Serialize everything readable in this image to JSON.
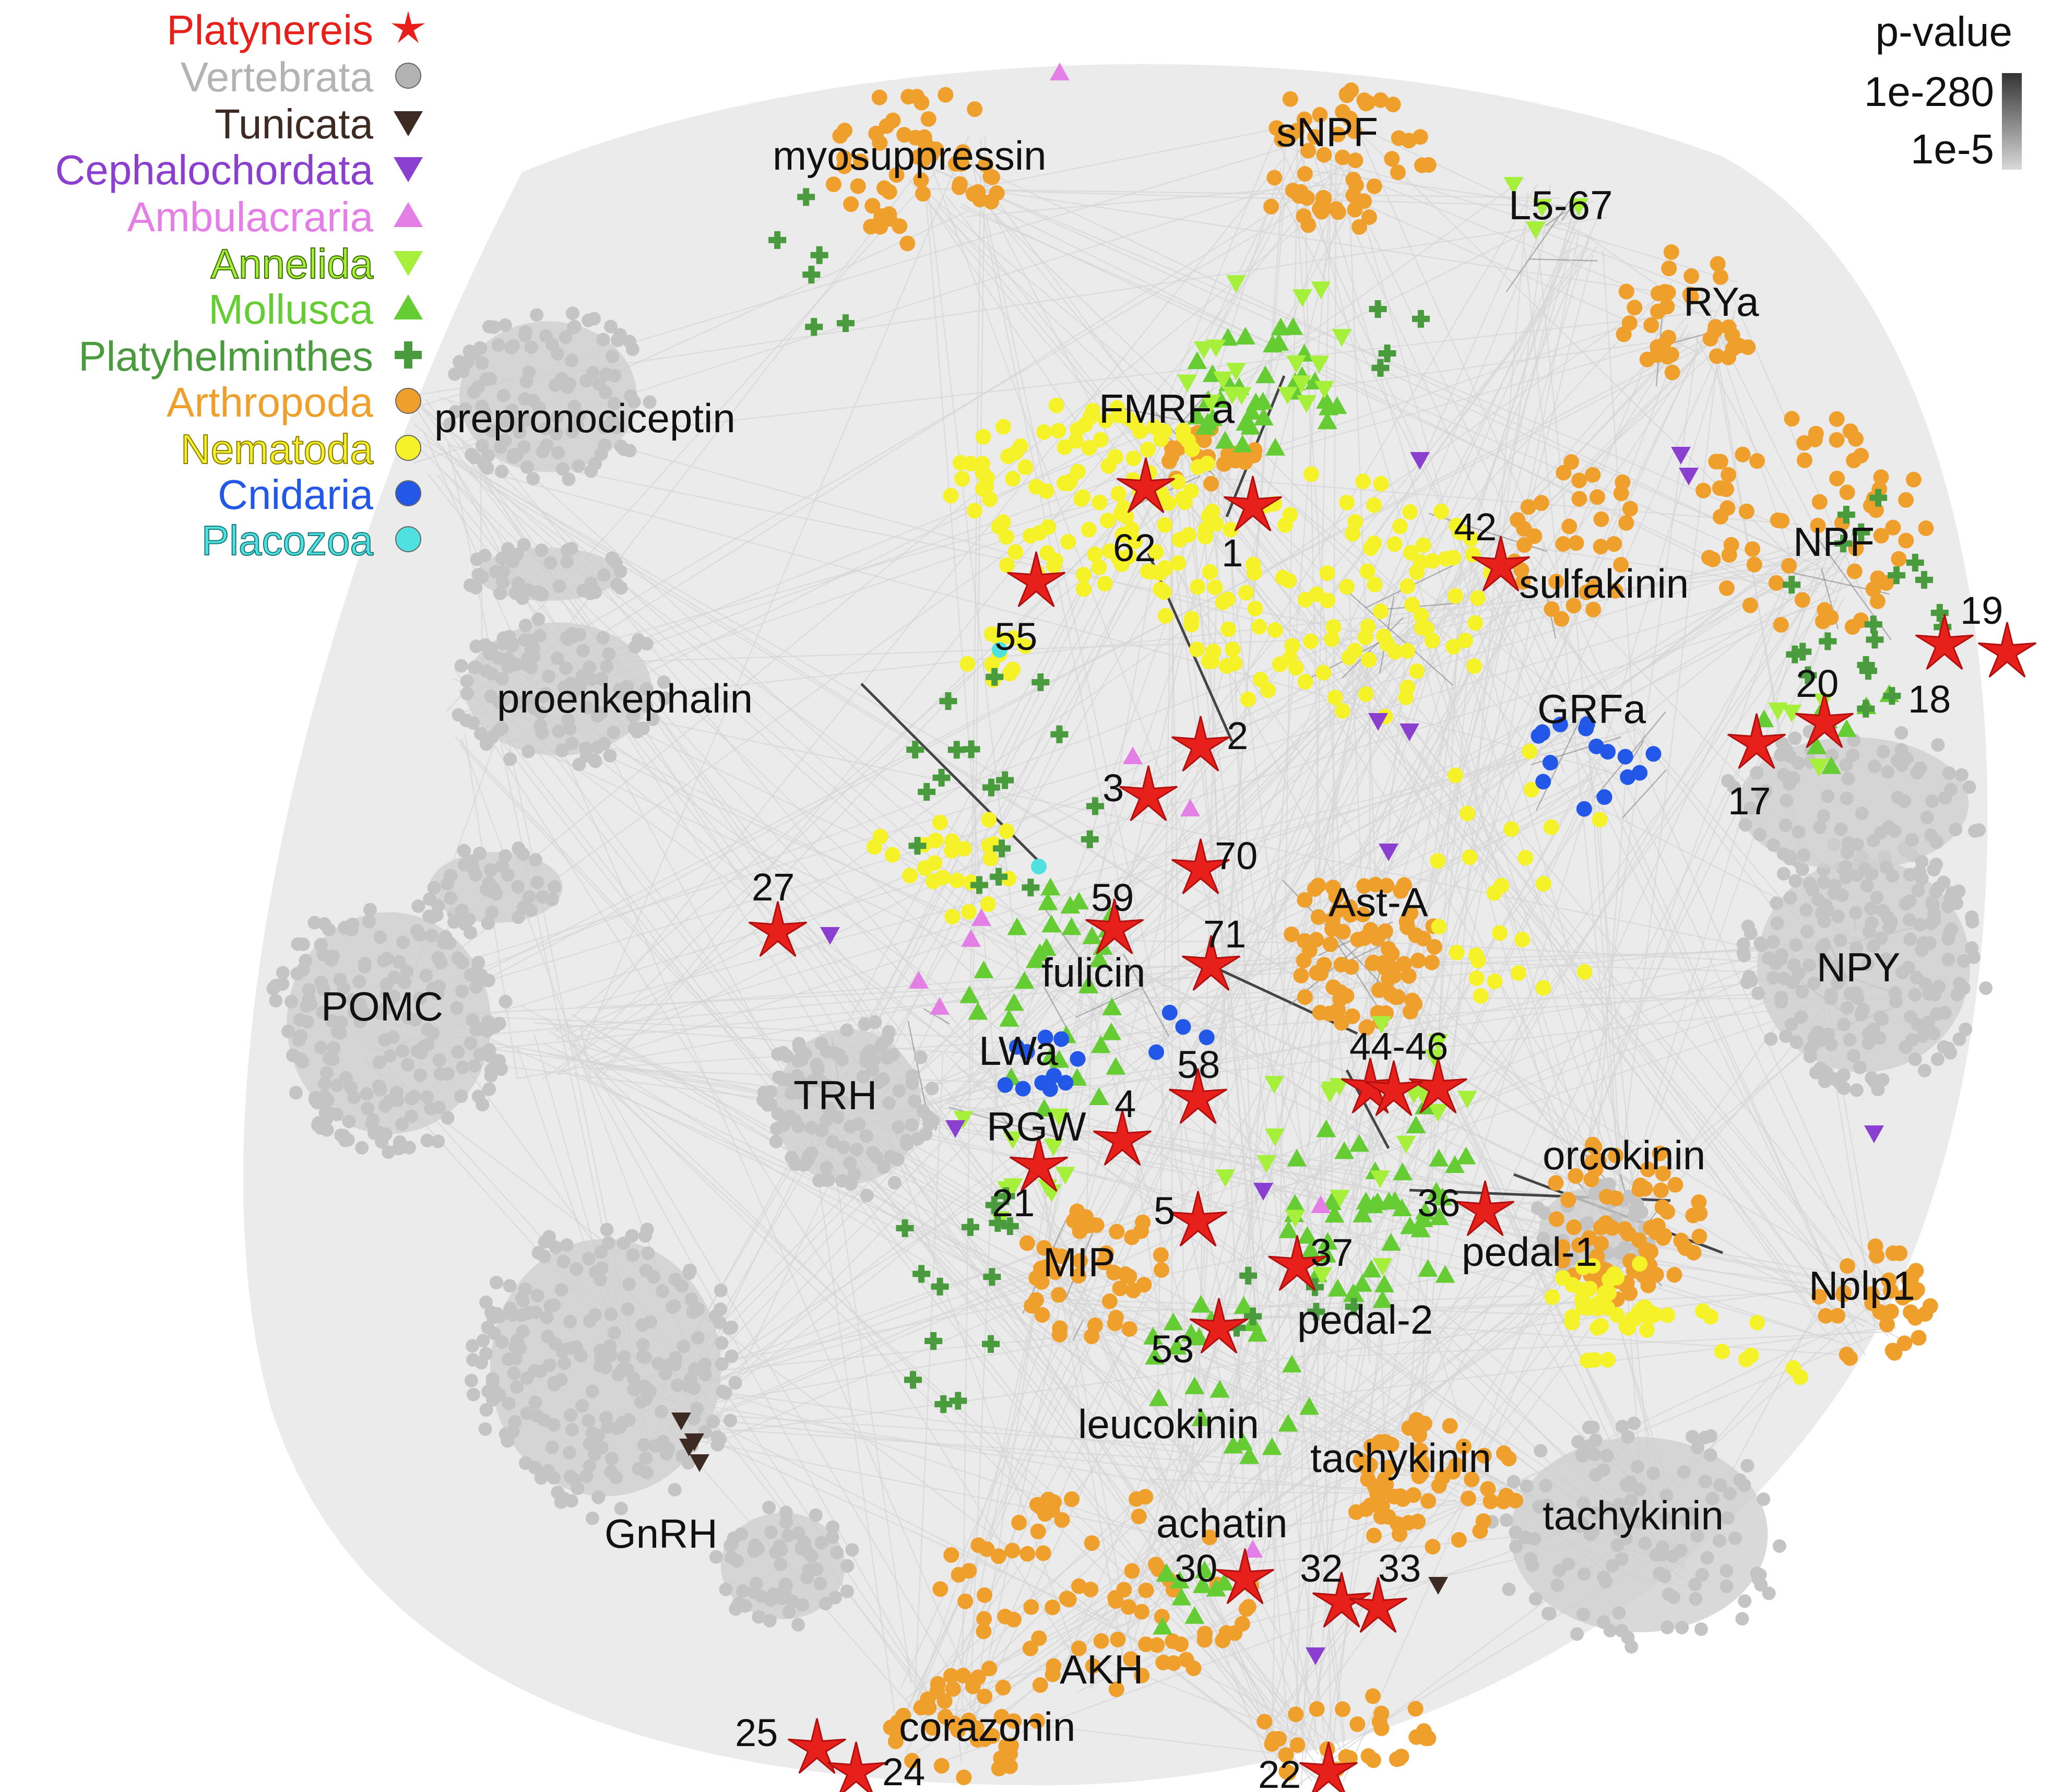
{
  "legend": {
    "items": [
      {
        "label": "Platynereis",
        "color": "#e8201b",
        "marker": "star-icon"
      },
      {
        "label": "Vertebrata",
        "color": "#b3b3b3",
        "marker": "circle-icon"
      },
      {
        "label": "Tunicata",
        "color": "#3d2a22",
        "marker": "triangle-down-icon"
      },
      {
        "label": "Cephalochordata",
        "color": "#8b3fcf",
        "marker": "triangle-down-icon"
      },
      {
        "label": "Ambulacraria",
        "color": "#e47fe6",
        "marker": "triangle-up-icon"
      },
      {
        "label": "Annelida",
        "color": "#a6f03c",
        "marker": "triangle-down-icon"
      },
      {
        "label": "Mollusca",
        "color": "#66cc33",
        "marker": "triangle-up-icon"
      },
      {
        "label": "Platyhelminthes",
        "color": "#4a9a3e",
        "marker": "plus-icon"
      },
      {
        "label": "Arthropoda",
        "color": "#ef9f2c",
        "marker": "circle-icon"
      },
      {
        "label": "Nematoda",
        "color": "#f5f22a",
        "marker": "circle-icon"
      },
      {
        "label": "Cnidaria",
        "color": "#2257e8",
        "marker": "circle-icon"
      },
      {
        "label": "Placozoa",
        "color": "#4fe0e0",
        "marker": "circle-icon"
      }
    ]
  },
  "pvalue": {
    "title": "p-value",
    "high": "1e-280",
    "low": "1e-5",
    "color_high": "#333333",
    "color_low": "#d9d9d9"
  },
  "clusters": [
    {
      "name": "myosuppressin"
    },
    {
      "name": "sNPF"
    },
    {
      "name": "L5-67"
    },
    {
      "name": "RYa"
    },
    {
      "name": "prepronociceptin"
    },
    {
      "name": "FMRFa"
    },
    {
      "name": "sulfakinin"
    },
    {
      "name": "NPF"
    },
    {
      "name": "proenkephalin"
    },
    {
      "name": "GRFa"
    },
    {
      "name": "Ast-A"
    },
    {
      "name": "NPY"
    },
    {
      "name": "POMC"
    },
    {
      "name": "fulicin"
    },
    {
      "name": "TRH"
    },
    {
      "name": "LWa"
    },
    {
      "name": "RGW"
    },
    {
      "name": "orcokinin"
    },
    {
      "name": "MIP"
    },
    {
      "name": "pedal-1"
    },
    {
      "name": "pedal-2"
    },
    {
      "name": "Nplp1"
    },
    {
      "name": "leucokinin"
    },
    {
      "name": "tachykinin"
    },
    {
      "name": "GnRH"
    },
    {
      "name": "achatin"
    },
    {
      "name": "tachykinin"
    },
    {
      "name": "AKH"
    },
    {
      "name": "corazonin"
    }
  ],
  "platynereis_numbers": [
    "62",
    "1",
    "42",
    "55",
    "19",
    "18",
    "20",
    "17",
    "2",
    "3",
    "70",
    "27",
    "59",
    "71",
    "44-46",
    "58",
    "4",
    "21",
    "5",
    "36",
    "37",
    "53",
    "32",
    "33",
    "30",
    "25",
    "24",
    "22"
  ]
}
